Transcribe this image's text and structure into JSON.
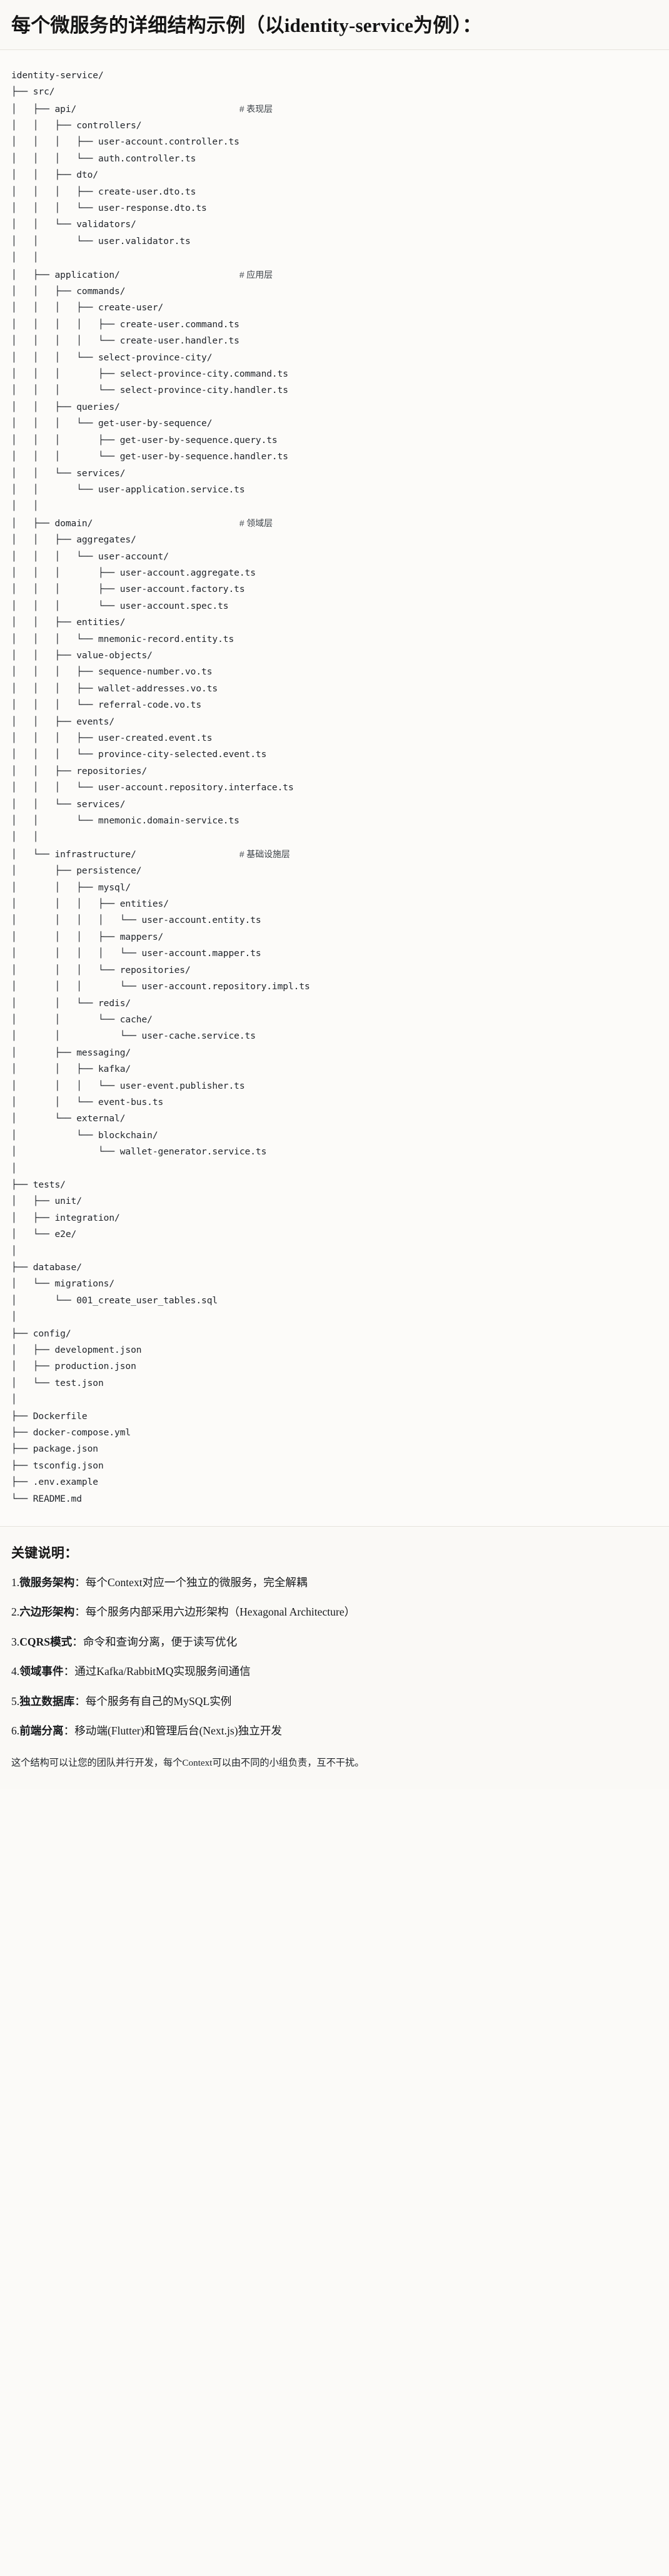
{
  "header": {
    "title": "每个微服务的详细结构示例（以identity-service为例）："
  },
  "tree": {
    "root_label": "identity-service/",
    "comments": {
      "api": "# 表现层",
      "application": "# 应用层",
      "domain": "# 领域层",
      "infrastructure": "# 基础设施层"
    },
    "lines": [
      "identity-service/",
      "├── src/",
      "│   ├── api/                              <span class=\"cmt\">COMMENT_API</span>",
      "│   │   ├── controllers/",
      "│   │   │   ├── user-account.controller.ts",
      "│   │   │   └── auth.controller.ts",
      "│   │   ├── dto/",
      "│   │   │   ├── create-user.dto.ts",
      "│   │   │   └── user-response.dto.ts",
      "│   │   └── validators/",
      "│   │       └── user.validator.ts",
      "│   │",
      "│   ├── application/                      <span class=\"cmt\">COMMENT_APPLICATION</span>",
      "│   │   ├── commands/",
      "│   │   │   ├── create-user/",
      "│   │   │   │   ├── create-user.command.ts",
      "│   │   │   │   └── create-user.handler.ts",
      "│   │   │   └── select-province-city/",
      "│   │   │       ├── select-province-city.command.ts",
      "│   │   │       └── select-province-city.handler.ts",
      "│   │   ├── queries/",
      "│   │   │   └── get-user-by-sequence/",
      "│   │   │       ├── get-user-by-sequence.query.ts",
      "│   │   │       └── get-user-by-sequence.handler.ts",
      "│   │   └── services/",
      "│   │       └── user-application.service.ts",
      "│   │",
      "│   ├── domain/                           <span class=\"cmt\">COMMENT_DOMAIN</span>",
      "│   │   ├── aggregates/",
      "│   │   │   └── user-account/",
      "│   │   │       ├── user-account.aggregate.ts",
      "│   │   │       ├── user-account.factory.ts",
      "│   │   │       └── user-account.spec.ts",
      "│   │   ├── entities/",
      "│   │   │   └── mnemonic-record.entity.ts",
      "│   │   ├── value-objects/",
      "│   │   │   ├── sequence-number.vo.ts",
      "│   │   │   ├── wallet-addresses.vo.ts",
      "│   │   │   └── referral-code.vo.ts",
      "│   │   ├── events/",
      "│   │   │   ├── user-created.event.ts",
      "│   │   │   └── province-city-selected.event.ts",
      "│   │   ├── repositories/",
      "│   │   │   └── user-account.repository.interface.ts",
      "│   │   └── services/",
      "│   │       └── mnemonic.domain-service.ts",
      "│   │",
      "│   └── infrastructure/                   <span class=\"cmt\">COMMENT_INFRASTRUCTURE</span>",
      "│       ├── persistence/",
      "│       │   ├── mysql/",
      "│       │   │   ├── entities/",
      "│       │   │   │   └── user-account.entity.ts",
      "│       │   │   ├── mappers/",
      "│       │   │   │   └── user-account.mapper.ts",
      "│       │   │   └── repositories/",
      "│       │   │       └── user-account.repository.impl.ts",
      "│       │   └── redis/",
      "│       │       └── cache/",
      "│       │           └── user-cache.service.ts",
      "│       ├── messaging/",
      "│       │   ├── kafka/",
      "│       │   │   └── user-event.publisher.ts",
      "│       │   └── event-bus.ts",
      "│       └── external/",
      "│           └── blockchain/",
      "│               └── wallet-generator.service.ts",
      "│",
      "├── tests/",
      "│   ├── unit/",
      "│   ├── integration/",
      "│   └── e2e/",
      "│",
      "├── database/",
      "│   └── migrations/",
      "│       └── 001_create_user_tables.sql",
      "│",
      "├── config/",
      "│   ├── development.json",
      "│   ├── production.json",
      "│   └── test.json",
      "│",
      "├── Dockerfile",
      "├── docker-compose.yml",
      "├── package.json",
      "├── tsconfig.json",
      "├── .env.example",
      "└── README.md"
    ]
  },
  "notes": {
    "heading": "关键说明：",
    "items": [
      {
        "index": "1.",
        "term": "微服务架构",
        "text": "：每个Context对应一个独立的微服务，完全解耦"
      },
      {
        "index": "2.",
        "term": "六边形架构",
        "text": "：每个服务内部采用六边形架构（Hexagonal Architecture）"
      },
      {
        "index": "3.",
        "term": "CQRS模式",
        "text": "：命令和查询分离，便于读写优化"
      },
      {
        "index": "4.",
        "term": "领域事件",
        "text": "：通过Kafka/RabbitMQ实现服务间通信"
      },
      {
        "index": "5.",
        "term": "独立数据库",
        "text": "：每个服务有自己的MySQL实例"
      },
      {
        "index": "6.",
        "term": "前端分离",
        "text": "：移动端(Flutter)和管理后台(Next.js)独立开发"
      }
    ],
    "footer": "这个结构可以让您的团队并行开发，每个Context可以由不同的小组负责，互不干扰。"
  }
}
